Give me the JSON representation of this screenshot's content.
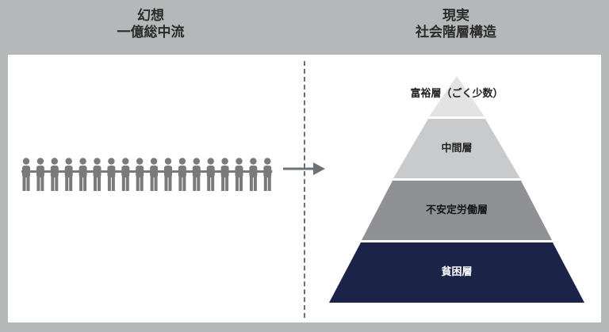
{
  "left_heading": {
    "line1": "幻想",
    "line2": "一億総中流"
  },
  "right_heading": {
    "line1": "現実",
    "line2": "社会階層構造"
  },
  "pyramid": {
    "tiers": [
      {
        "label": "富裕層（ごく少数）",
        "color": "#e3e3e3",
        "text_color": "#222222"
      },
      {
        "label": "中間層",
        "color": "#c9cacb",
        "text_color": "#222222"
      },
      {
        "label": "不安定労働層",
        "color": "#8f9194",
        "text_color": "#141414"
      },
      {
        "label": "貧困層",
        "color": "#1b2448",
        "text_color": "#ffffff"
      }
    ]
  },
  "people_icons": {
    "count": 18,
    "color": "#7a7a7a",
    "icon": "person-icon"
  },
  "arrow": {
    "icon": "arrow-right-icon",
    "color": "#6b7278"
  }
}
